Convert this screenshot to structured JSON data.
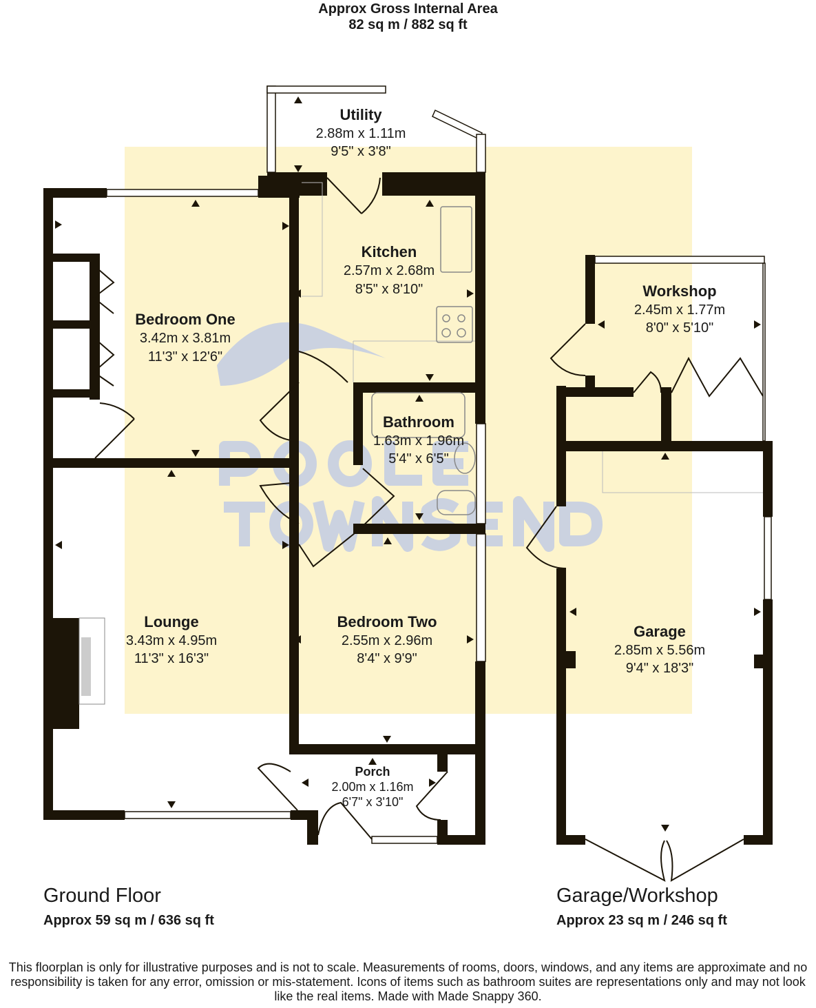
{
  "header": {
    "title": "Approx Gross Internal Area",
    "area": "82 sq m / 882 sq ft"
  },
  "watermark": {
    "line1": "POOLE",
    "line2": "TOWNSEND"
  },
  "colors": {
    "wall": "#1c1508",
    "highlight": "#fdf4cc",
    "watermark": "#cbd2e0"
  },
  "rooms": [
    {
      "name": "Utility",
      "metric": "2.88m x 1.11m",
      "imperial": "9'5\" x 3'8\""
    },
    {
      "name": "Kitchen",
      "metric": "2.57m x 2.68m",
      "imperial": "8'5\" x 8'10\""
    },
    {
      "name": "Bedroom One",
      "metric": "3.42m x 3.81m",
      "imperial": "11'3\" x 12'6\""
    },
    {
      "name": "Bathroom",
      "metric": "1.63m x 1.96m",
      "imperial": "5'4\" x 6'5\""
    },
    {
      "name": "Lounge",
      "metric": "3.43m x 4.95m",
      "imperial": "11'3\" x 16'3\""
    },
    {
      "name": "Bedroom Two",
      "metric": "2.55m x 2.96m",
      "imperial": "8'4\" x 9'9\""
    },
    {
      "name": "Porch",
      "metric": "2.00m x 1.16m",
      "imperial": "6'7\" x 3'10\""
    },
    {
      "name": "Workshop",
      "metric": "2.45m x 1.77m",
      "imperial": "8'0\" x 5'10\""
    },
    {
      "name": "Garage",
      "metric": "2.85m x 5.56m",
      "imperial": "9'4\" x 18'3\""
    }
  ],
  "floors": [
    {
      "name": "Ground Floor",
      "area": "Approx 59 sq m / 636 sq ft"
    },
    {
      "name": "Garage/Workshop",
      "area": "Approx 23 sq m / 246 sq ft"
    }
  ],
  "disclaimer": "This floorplan is only for illustrative purposes and is not to scale. Measurements of rooms, doors, windows, and any items are approximate and no responsibility is taken for any error, omission or mis-statement. Icons of items such as bathroom suites are representations only and may not look like the real items. Made with Made Snappy 360."
}
